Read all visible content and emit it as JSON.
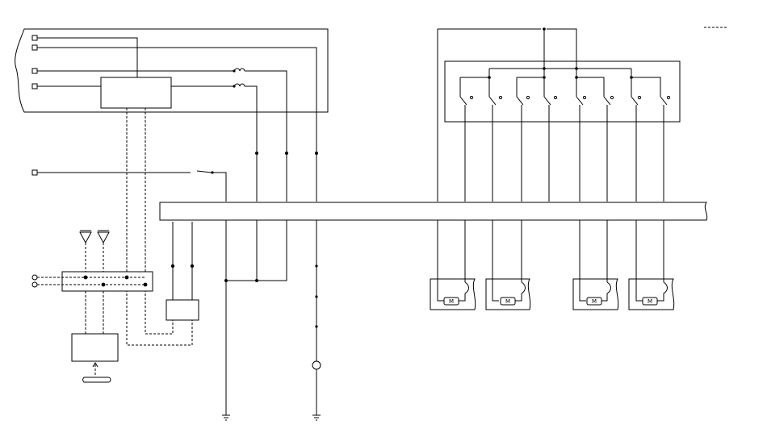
{
  "diagram": {
    "type": "wiring-schematic",
    "motor_labels": [
      "M",
      "M",
      "M",
      "M"
    ],
    "legend_line": "dashed"
  }
}
